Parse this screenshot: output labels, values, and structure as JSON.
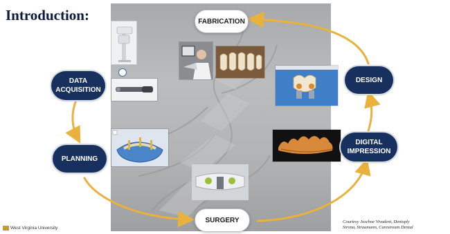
{
  "title": "Introduction:",
  "nodes": {
    "fabrication": "FABRICATION",
    "design": "DESIGN",
    "digital_impression": [
      "DIGITAL",
      "IMPRESSION"
    ],
    "surgery": "SURGERY",
    "planning": "PLANNING",
    "data_acquisition": [
      "DATA",
      "ACQUISITION"
    ]
  },
  "footer": {
    "logo_text": "West Virginia University",
    "courtesy": [
      "Courtesy Joschoe Vivadent, Dentsply",
      "Sirona, Straumann, Carestream Dental"
    ]
  },
  "colors": {
    "node_dark": "#17305e",
    "arrow": "#e8b23c",
    "title": "#0b1a3a"
  }
}
